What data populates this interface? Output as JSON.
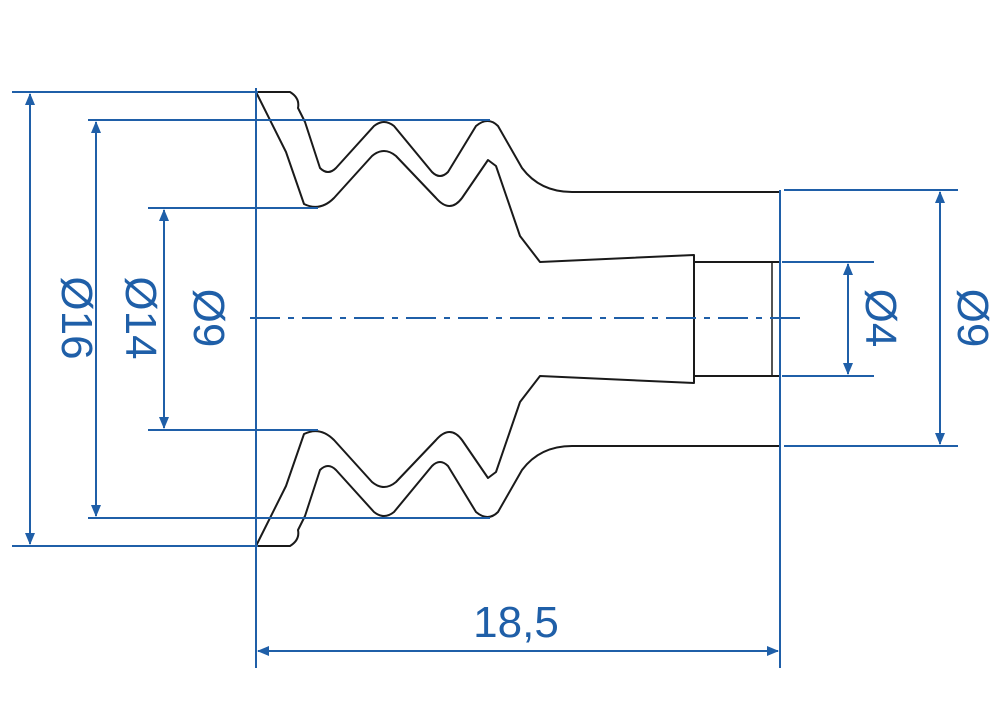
{
  "colors": {
    "dimension": "#1f5fa8",
    "outline": "#1a1a1a",
    "hatch": "#333333",
    "background": "#ffffff"
  },
  "dimensions": {
    "outer_diameter": "Ø16",
    "bellows_diameter": "Ø14",
    "inner_diameter": "Ø9",
    "bore_diameter": "Ø4",
    "stem_diameter": "Ø9",
    "overall_length": "18,5"
  }
}
